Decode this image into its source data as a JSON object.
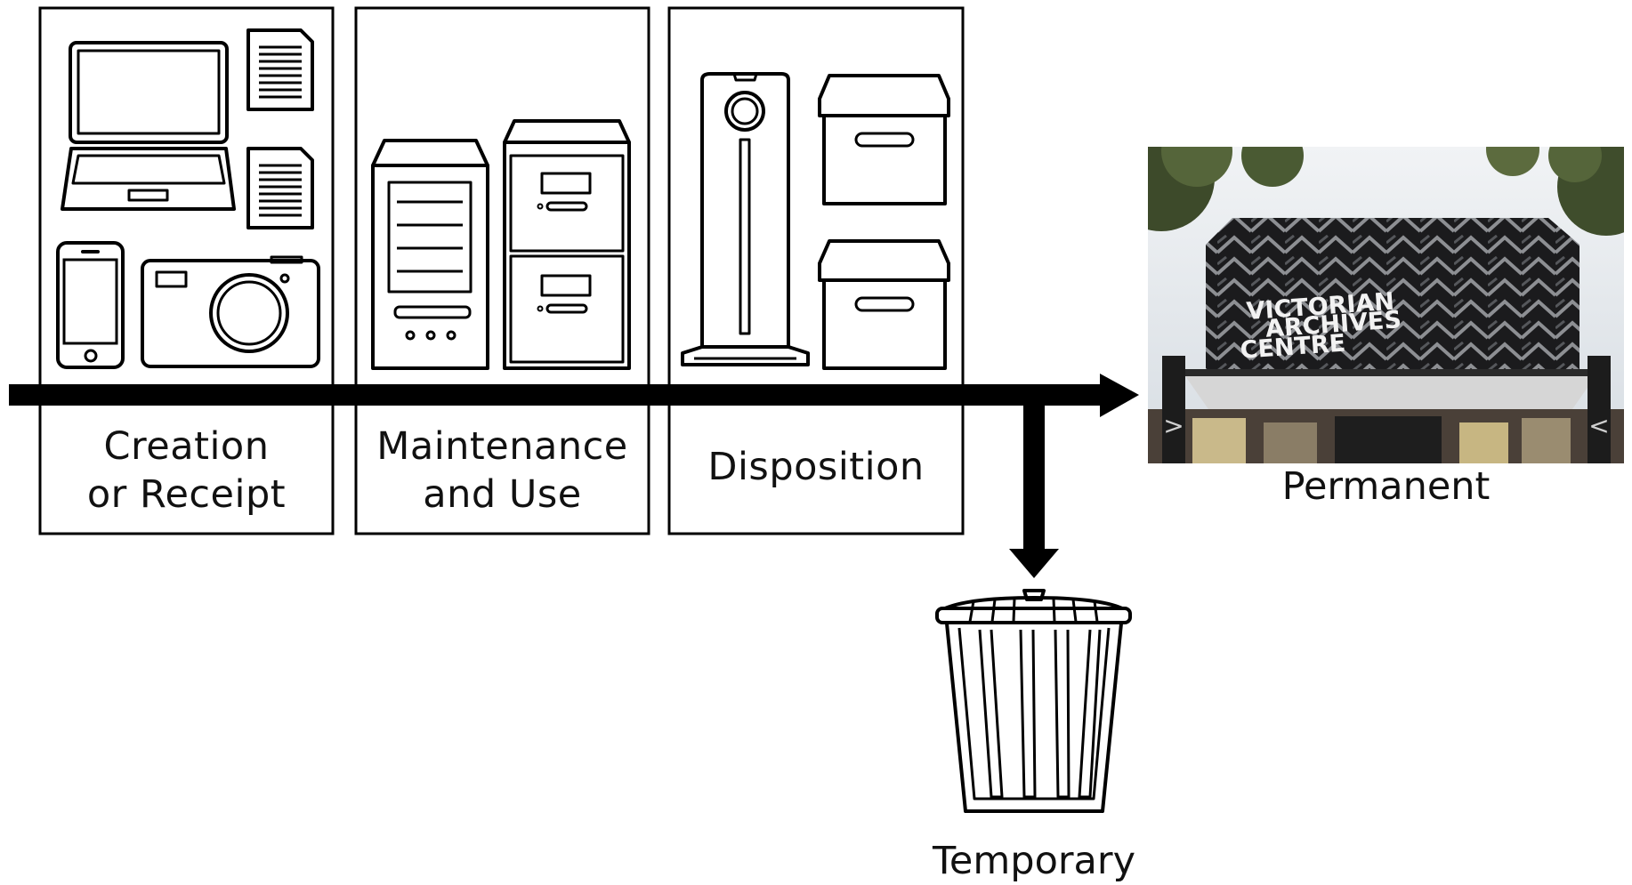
{
  "stages": [
    {
      "id": "creation",
      "label_lines": [
        "Creation",
        "or Receipt"
      ]
    },
    {
      "id": "maintenance",
      "label_lines": [
        "Maintenance",
        "and Use"
      ]
    },
    {
      "id": "disposition",
      "label_lines": [
        "Disposition"
      ]
    }
  ],
  "outcomes": {
    "permanent": {
      "label": "Permanent",
      "photo_sign_lines": [
        "VICTORIAN",
        "ARCHIVES",
        "CENTRE"
      ]
    },
    "temporary": {
      "label": "Temporary"
    }
  },
  "icons": [
    "laptop-icon",
    "document-icon",
    "smartphone-icon",
    "camera-icon",
    "desktop-tower-icon",
    "filing-cabinet-icon",
    "external-drive-icon",
    "archive-box-icon",
    "trash-can-icon"
  ],
  "colors": {
    "line": "#000000",
    "background": "#ffffff",
    "building": "#1d1d1f",
    "sky": "#dfe6ec",
    "foliage": "#3d4a2a"
  }
}
